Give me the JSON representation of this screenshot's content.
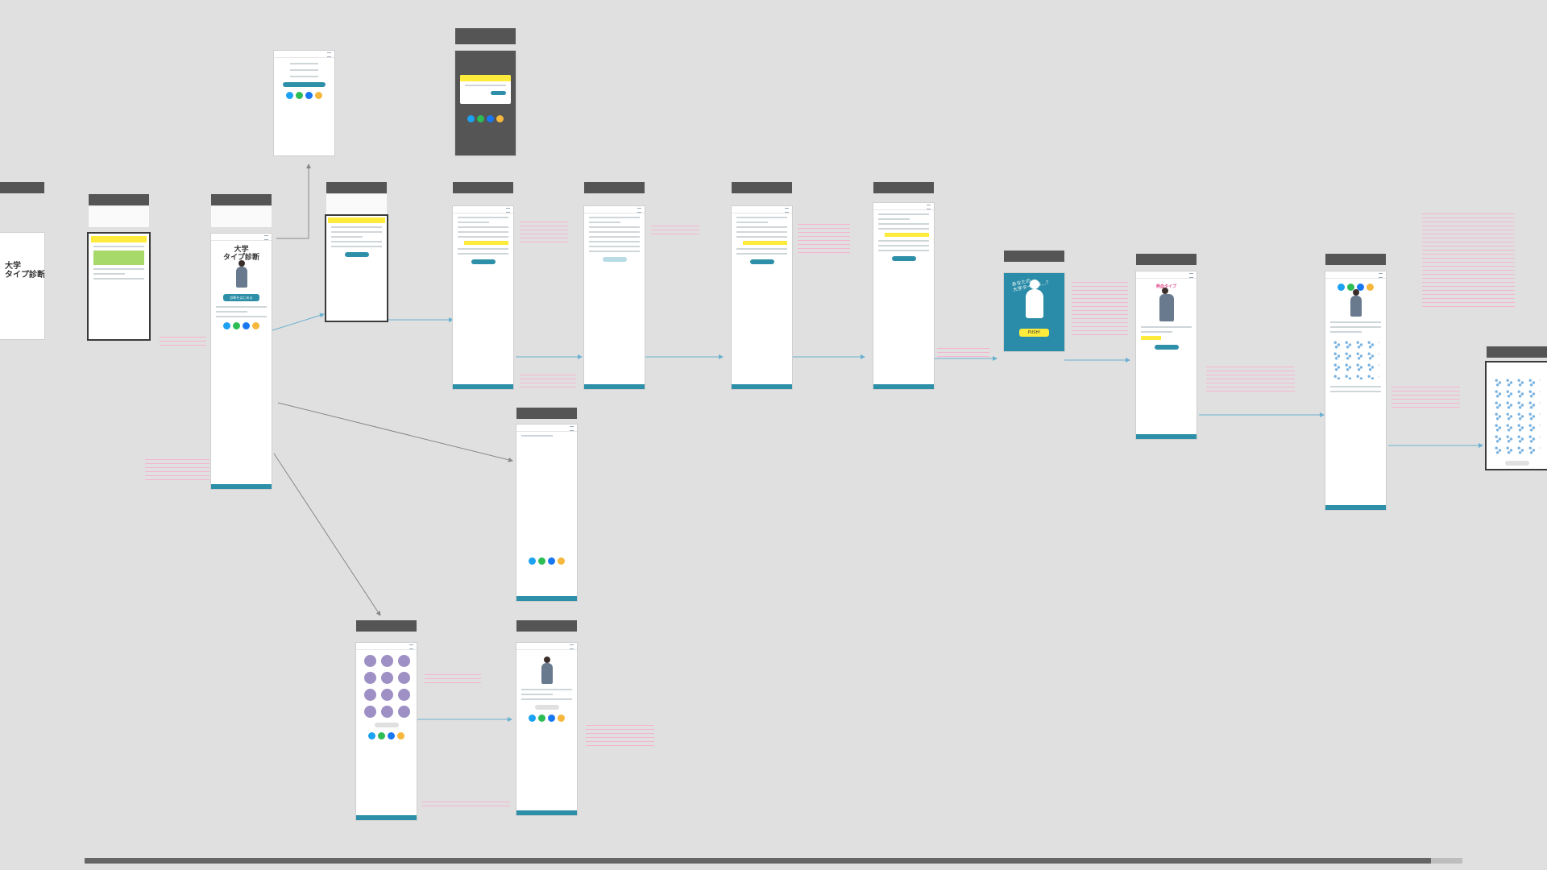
{
  "screen_titles": {
    "result_title_art": "大学\nタイプ診断",
    "top_title": "大学\nタイプ診断",
    "loading_text": "あなたの\n大学タイプは…？",
    "start_button": "診断をはじめる",
    "result_button": "PUSH!",
    "result_type": "熱血タイプ"
  },
  "scrollbar": {
    "position": 0.0,
    "thumb_fraction": 0.977
  }
}
